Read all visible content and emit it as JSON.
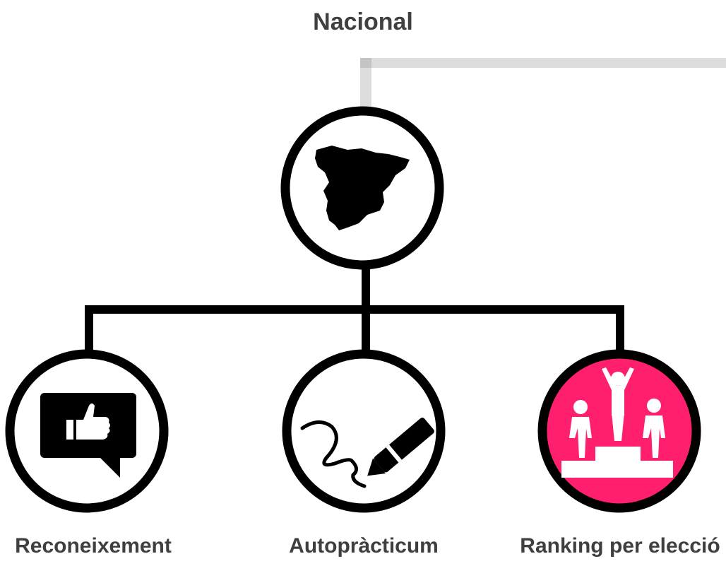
{
  "title": "Nacional",
  "nodes": [
    {
      "label": "Reconeixement",
      "icon": "thumbs-up-speech-bubble-icon"
    },
    {
      "label": "Autopràcticum",
      "icon": "pen-signature-icon"
    },
    {
      "label": "Ranking per elecció",
      "icon": "podium-icon"
    }
  ],
  "colors": {
    "line": "#000000",
    "connector": "#d9d9d9",
    "highlight": "#ff1f6e",
    "text": "#3f3f3f"
  }
}
